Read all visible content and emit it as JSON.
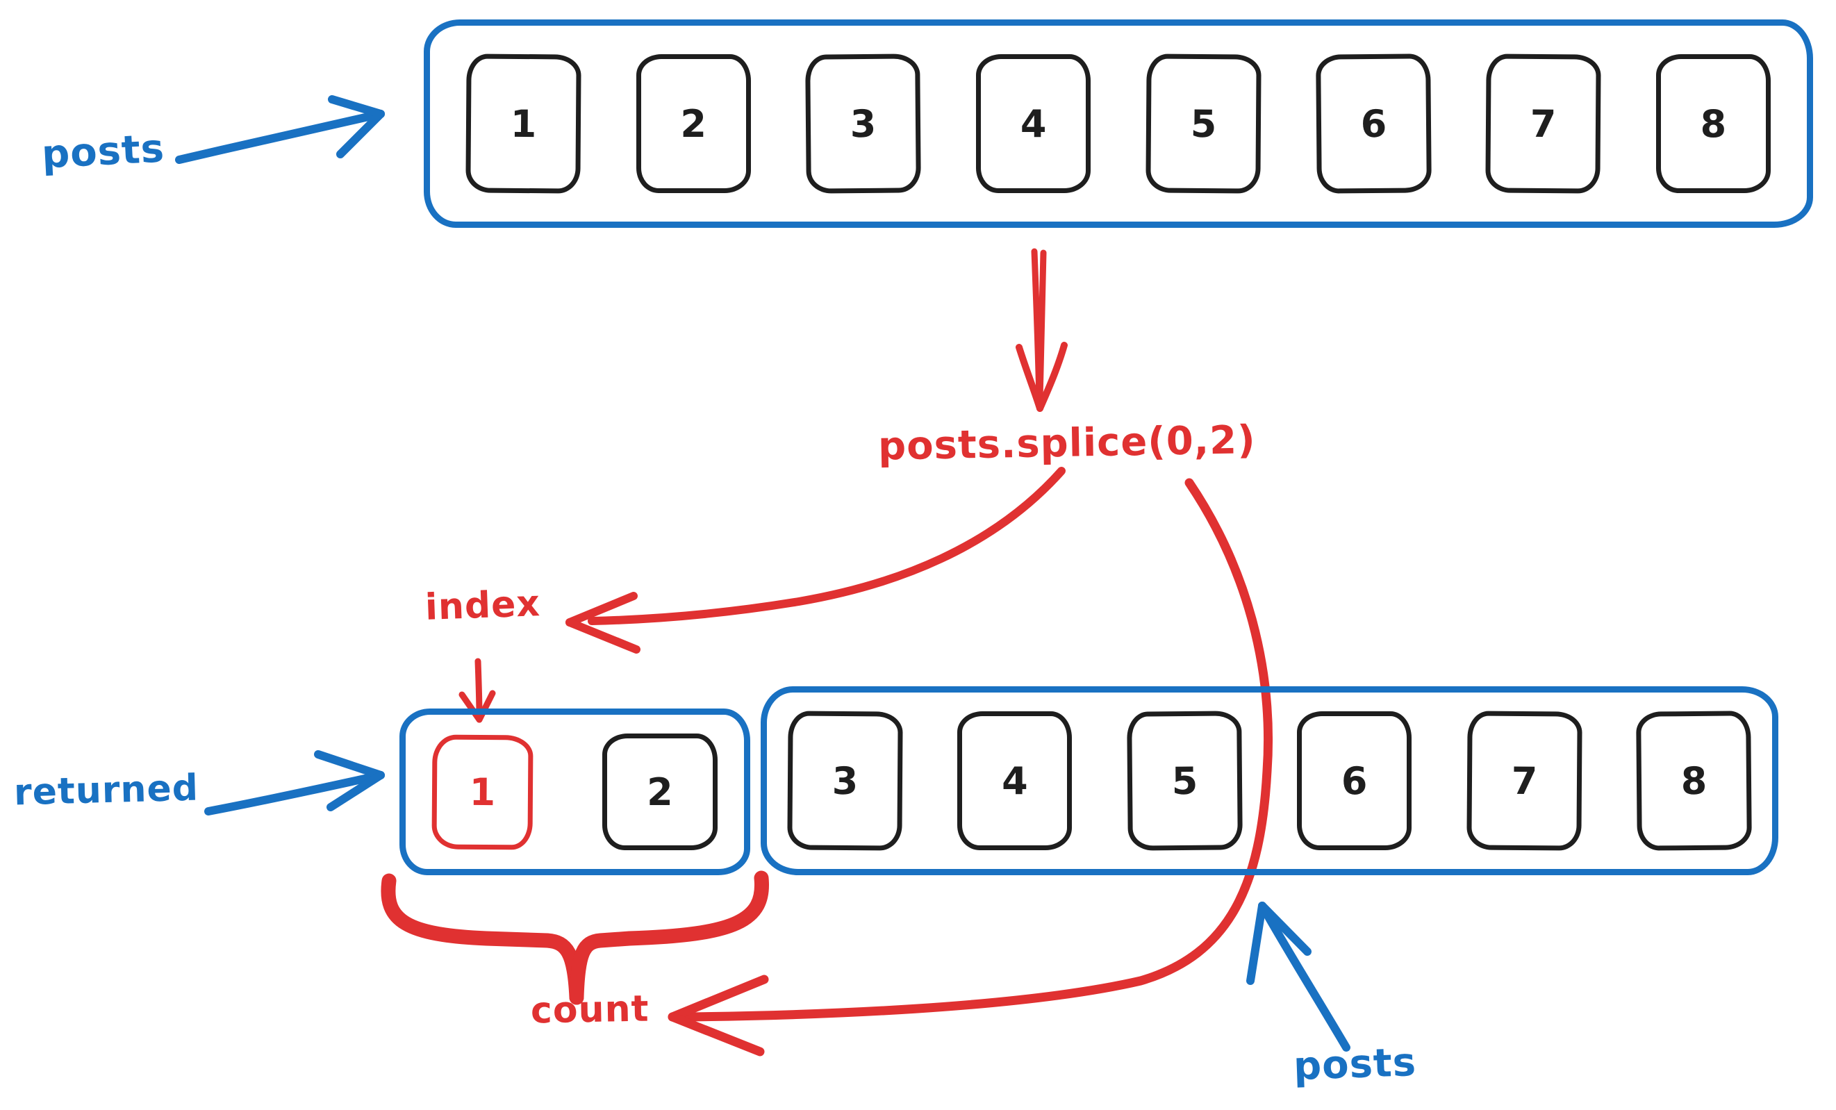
{
  "colors": {
    "blue": "#1971c2",
    "red": "#e03131",
    "black": "#1e1e1e",
    "background": "#ffffff"
  },
  "top_array": {
    "label": "posts",
    "items": [
      "1",
      "2",
      "3",
      "4",
      "5",
      "6",
      "7",
      "8"
    ]
  },
  "operation": {
    "code": "posts.splice(0,2)",
    "index_label": "index",
    "count_label": "count"
  },
  "returned_array": {
    "label": "returned",
    "items": [
      "1",
      "2"
    ],
    "removed_highlight": "1"
  },
  "remaining_array": {
    "label": "posts",
    "items": [
      "3",
      "4",
      "5",
      "6",
      "7",
      "8"
    ]
  }
}
